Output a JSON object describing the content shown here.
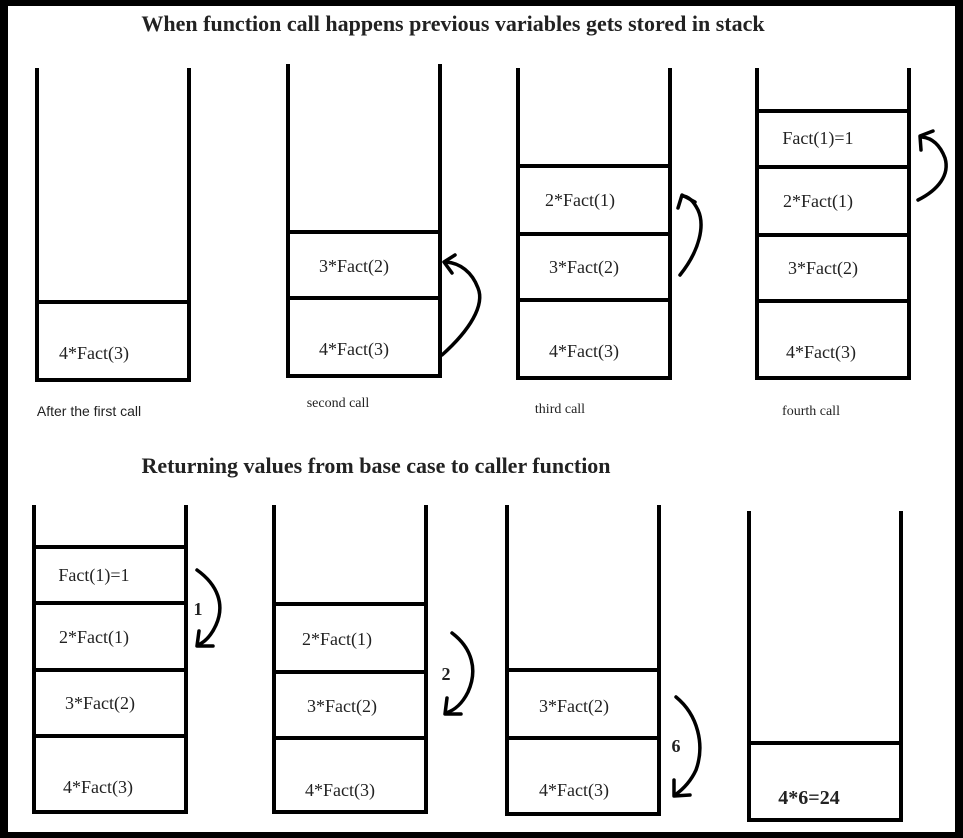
{
  "titles": {
    "top": "When function call happens previous variables gets stored in stack",
    "bottom": "Returning values from base case to caller function"
  },
  "top_stacks": [
    {
      "cells": [
        "4*Fact(3)"
      ],
      "caption": "After the first call"
    },
    {
      "cells": [
        "3*Fact(2)",
        "4*Fact(3)"
      ],
      "caption": "second call"
    },
    {
      "cells": [
        "2*Fact(1)",
        "3*Fact(2)",
        "4*Fact(3)"
      ],
      "caption": "third call"
    },
    {
      "cells": [
        "Fact(1)=1",
        "2*Fact(1)",
        "3*Fact(2)",
        "4*Fact(3)"
      ],
      "caption": "fourth call"
    }
  ],
  "bottom_stacks": [
    {
      "cells": [
        "Fact(1)=1",
        "2*Fact(1)",
        "3*Fact(2)",
        "4*Fact(3)"
      ],
      "return_label": "1"
    },
    {
      "cells": [
        "2*Fact(1)",
        "3*Fact(2)",
        "4*Fact(3)"
      ],
      "return_label": "2"
    },
    {
      "cells": [
        "3*Fact(2)",
        "4*Fact(3)"
      ],
      "return_label": "6"
    },
    {
      "cells": [
        "4*6=24"
      ]
    }
  ]
}
